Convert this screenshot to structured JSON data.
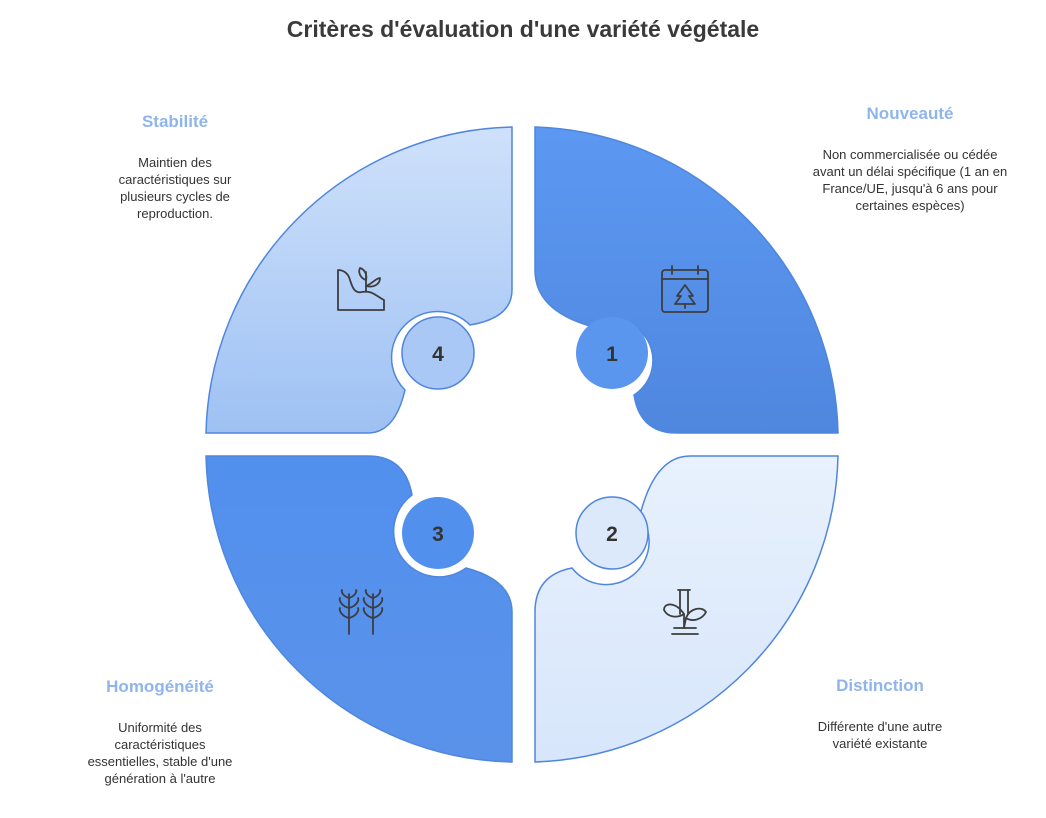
{
  "title": "Critères d'évaluation d'une variété végétale",
  "colors": {
    "dark_blue": "#5a95ee",
    "medium_blue": "#a9c8f5",
    "light_blue": "#dce9fb",
    "stroke": "#4f86de",
    "heading_blue": "#8fb5ec"
  },
  "quadrants": [
    {
      "number": "1",
      "heading": "Nouveauté",
      "description": "Non commercialisée ou cédée avant un délai spécifique (1 an en France/UE, jusqu'à 6 ans pour certaines espèces)",
      "icon": "calendar-tree-icon"
    },
    {
      "number": "2",
      "heading": "Distinction",
      "description": "Différente d'une autre variété existante",
      "icon": "test-tube-plant-icon"
    },
    {
      "number": "3",
      "heading": "Homogénéité",
      "description": "Uniformité des caractéristiques essentielles, stable d'une génération à l'autre",
      "icon": "wheat-icon"
    },
    {
      "number": "4",
      "heading": "Stabilité",
      "description": "Maintien des caractéristiques sur plusieurs cycles de reproduction.",
      "icon": "sprout-ground-icon"
    }
  ]
}
